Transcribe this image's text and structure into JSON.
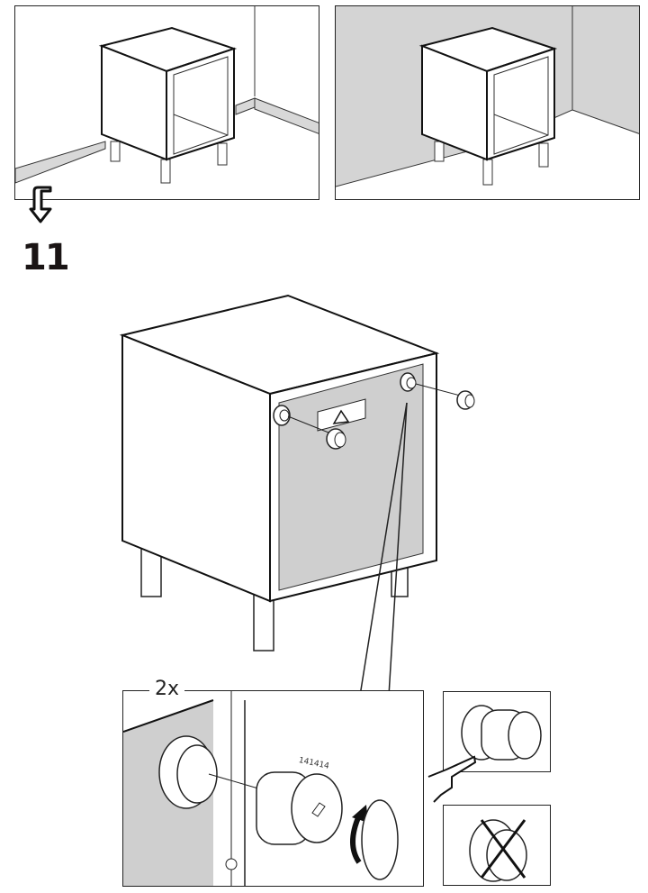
{
  "page": {
    "type": "assembly-instruction",
    "background": "#ffffff",
    "line_color": "#1a1a1a",
    "wall_gray": "#d4d4d4",
    "panel_gray": "#cfcfcf"
  },
  "scenes": [
    {
      "id": "scene-before",
      "description": "Cabinet standing away from wall with skirting board",
      "wall_shaded": false
    },
    {
      "id": "scene-after",
      "description": "Cabinet placed against gray wall corner",
      "wall_shaded": true
    }
  ],
  "transition_icon": "down-arrow-icon",
  "step": {
    "number": "11",
    "main_illustration": "Cabinet rear view with two wall bumpers being attached",
    "warning_label_icon": "warning-triangle-icon"
  },
  "detail": {
    "quantity": "2x",
    "part_number": "141414",
    "rotation_icon": "clockwise-rotate-arrow-icon"
  },
  "check_panels": [
    {
      "id": "correct",
      "description": "Bumper fully screwed in, finger pointing",
      "icon": "pointing-hand-icon"
    },
    {
      "id": "incorrect",
      "description": "Wrong orientation, crossed out",
      "icon": "cross-icon"
    }
  ]
}
